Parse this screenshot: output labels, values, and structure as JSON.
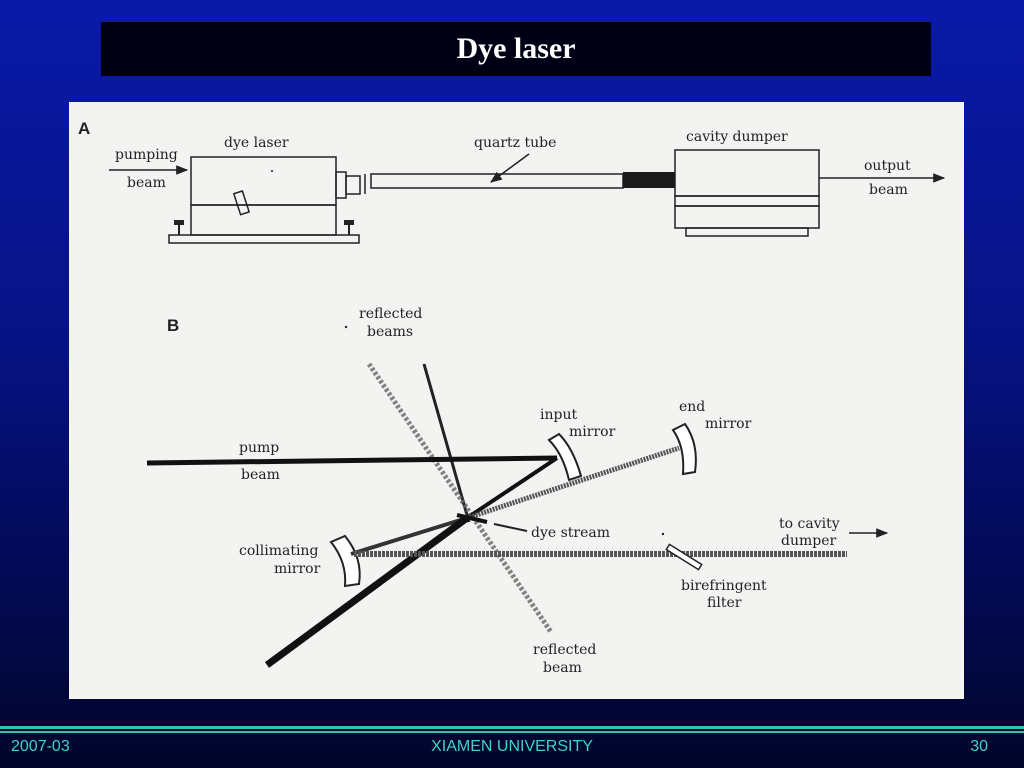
{
  "slide": {
    "title": "Dye laser"
  },
  "figure": {
    "panel_a": {
      "letter": "A",
      "labels": {
        "pumping": "pumping",
        "beam_in": "beam",
        "dye_laser": "dye laser",
        "quartz_tube": "quartz tube",
        "cavity_dumper": "cavity dumper",
        "output": "output",
        "beam_out": "beam"
      }
    },
    "panel_b": {
      "letter": "B",
      "labels": {
        "reflected_1": "reflected",
        "reflected_2": "beams",
        "pump": "pump",
        "pump_beam": "beam",
        "input": "input",
        "input_mirror": "mirror",
        "end": "end",
        "end_mirror": "mirror",
        "dye_stream": "dye stream",
        "collimating": "collimating",
        "collimating_mirror": "mirror",
        "to_cavity": "to cavity",
        "dumper": "dumper",
        "birefringent": "birefringent",
        "filter": "filter",
        "reflected_beam_1": "reflected",
        "reflected_beam_2": "beam"
      }
    }
  },
  "footer": {
    "date": "2007-03",
    "institution": "XIAMEN UNIVERSITY",
    "page_number": "30"
  },
  "colors": {
    "background_top": "#0a1aa8",
    "background_bottom": "#01052a",
    "title_bar": "#000014",
    "footer_accent": "#2ec4a8",
    "footer_text": "#3fd2c8"
  }
}
